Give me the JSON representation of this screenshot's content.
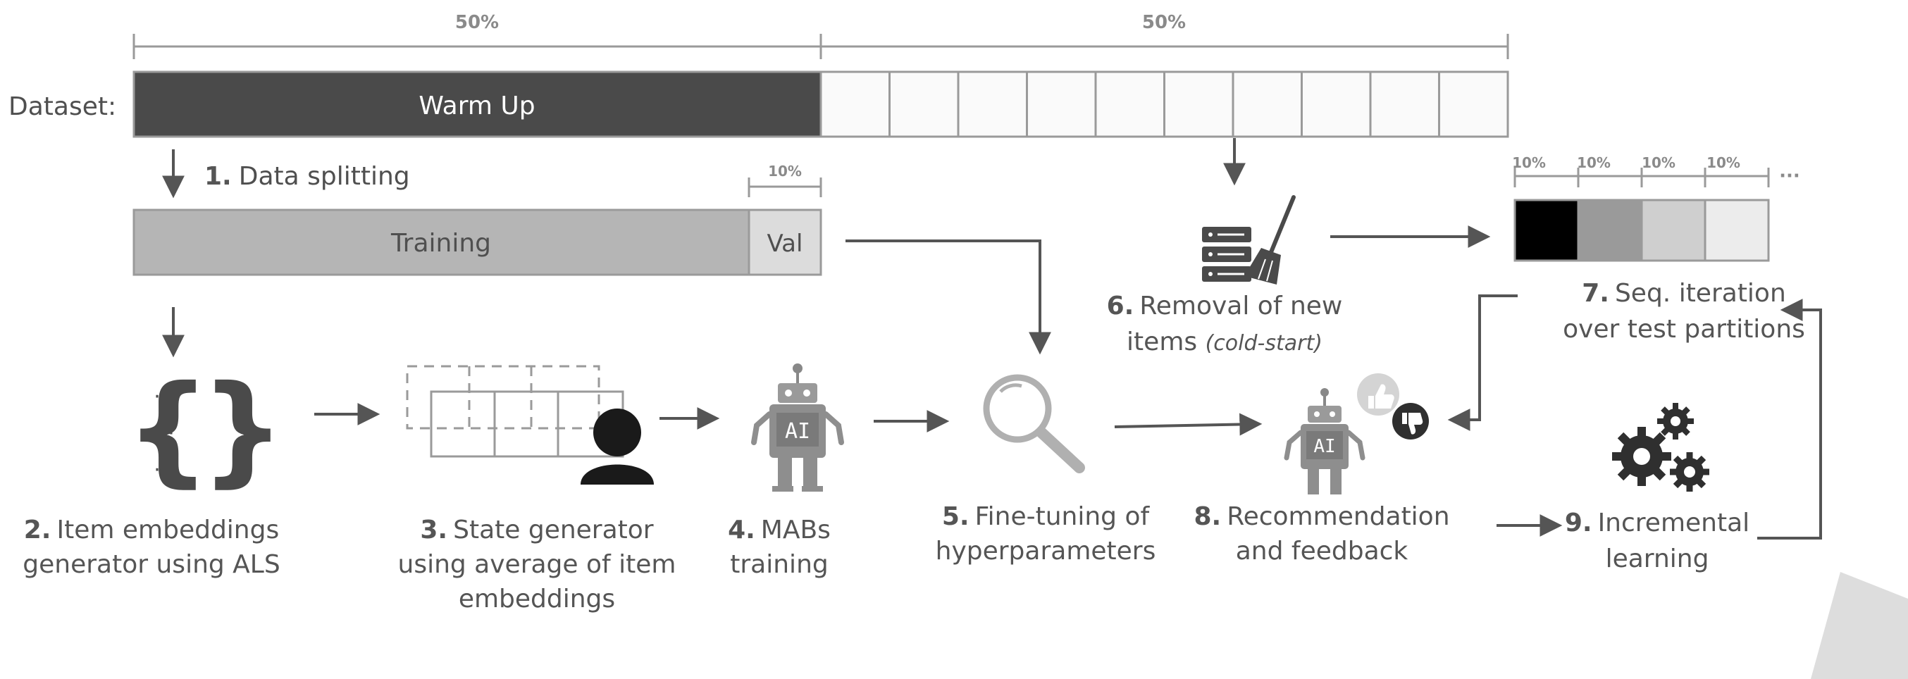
{
  "diagram": {
    "dataset_label": "Dataset:",
    "top_split": {
      "left_pct": "50%",
      "right_pct": "50%"
    },
    "warm_up_label": "Warm Up",
    "step1": {
      "number": "1.",
      "text": "Data splitting"
    },
    "training_label": "Training",
    "val_label": "Val",
    "val_pct": "10%",
    "partition_pcts": [
      "10%",
      "10%",
      "10%",
      "10%"
    ],
    "partition_ellipsis": "···",
    "embedding_dots": "⋯",
    "bot_screen_text": "AI",
    "step2": {
      "number": "2.",
      "line1": "Item embeddings",
      "line2": "generator using ALS"
    },
    "step3": {
      "number": "3.",
      "line1": "State generator",
      "line2": "using average of item",
      "line3": "embeddings"
    },
    "step4": {
      "number": "4.",
      "line1": "MABs",
      "line2": "training"
    },
    "step5": {
      "number": "5.",
      "line1": "Fine-tuning of",
      "line2": "hyperparameters"
    },
    "step6": {
      "number": "6.",
      "line1": "Removal of new",
      "line2_plain": "items ",
      "line2_italic": "(cold-start)"
    },
    "step7": {
      "number": "7.",
      "line1": "Seq. iteration",
      "line2": "over test partitions"
    },
    "step8": {
      "number": "8.",
      "line1": "Recommendation",
      "line2": "and feedback"
    },
    "step9": {
      "number": "9.",
      "line1": "Incremental",
      "line2": "learning"
    },
    "colors": {
      "warm_up": "#4a4a4a",
      "training": "#b5b5b5",
      "val": "#dcdcdc",
      "partition_1": "#000000",
      "partition_2": "#9a9a9a",
      "partition_3": "#cfcfcf",
      "partition_4": "#ececec"
    },
    "icons": [
      "braces-icon",
      "state-grid-icon",
      "user-icon",
      "robot-icon",
      "magnifier-icon",
      "server-icon",
      "broom-icon",
      "thumbs-up-icon",
      "thumbs-down-icon",
      "gears-icon",
      "arrow-icon"
    ]
  }
}
